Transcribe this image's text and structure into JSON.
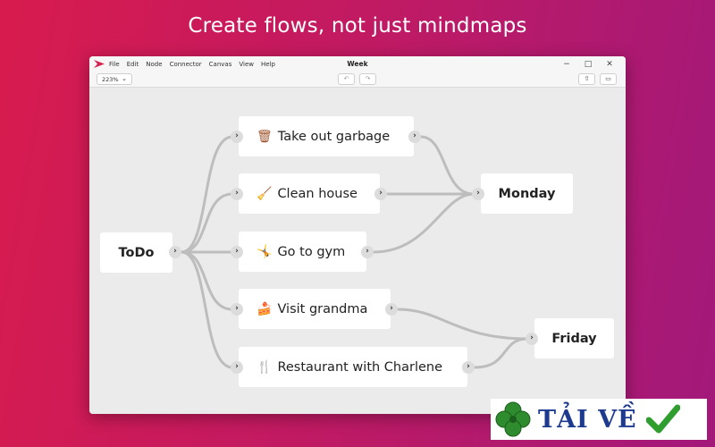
{
  "headline": "Create flows, not just mindmaps",
  "window": {
    "title": "Week",
    "menu": [
      "File",
      "Edit",
      "Node",
      "Connector",
      "Canvas",
      "View",
      "Help"
    ],
    "controls": {
      "minimize": "−",
      "maximize": "□",
      "close": "✕"
    }
  },
  "toolbar": {
    "zoom": "223%",
    "undo": "↶",
    "redo": "↷",
    "share": "⇧",
    "panel": "▭"
  },
  "nodes": {
    "todo": {
      "label": "ToDo"
    },
    "tasks": [
      {
        "emoji": "🗑",
        "label": "Take out garbage"
      },
      {
        "emoji": "🧹",
        "label": "Clean house"
      },
      {
        "emoji": "🤸",
        "label": "Go to gym"
      },
      {
        "emoji": "🍰",
        "label": "Visit grandma"
      },
      {
        "emoji": "🍴",
        "label": "Restaurant with Charlene"
      }
    ],
    "monday": {
      "label": "Monday"
    },
    "friday": {
      "label": "Friday"
    }
  },
  "watermark": {
    "text": "TẢI VỀ",
    "brand_color": "#1d3a8f"
  },
  "colors": {
    "connector": "#bdbdbd",
    "background_start": "#d81b4e",
    "background_end": "#a2197a"
  }
}
